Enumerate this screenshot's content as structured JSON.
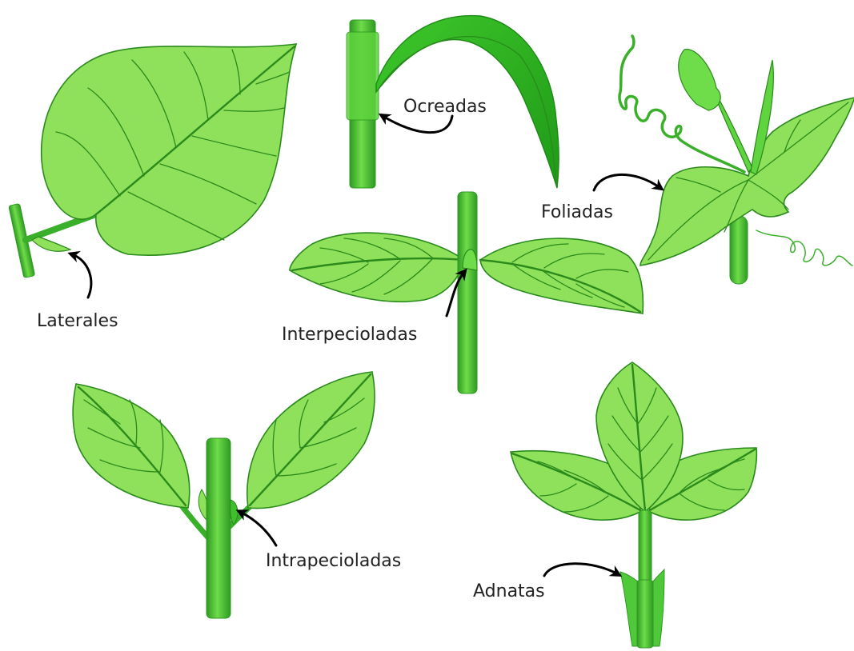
{
  "labels": {
    "laterales": "Laterales",
    "ocreadas": "Ocreadas",
    "foliadas": "Foliadas",
    "interpecioladas": "Interpecioladas",
    "intrapecioladas": "Intrapecioladas",
    "adnatas": "Adnatas"
  },
  "colors": {
    "leaf_fill": "#8fe05a",
    "leaf_stroke": "#2a8a1c",
    "stem_light": "#4fc83a",
    "stem_dark": "#2e9a22",
    "vein": "#2a8a1c",
    "arrow": "#000000",
    "text": "#222222"
  }
}
